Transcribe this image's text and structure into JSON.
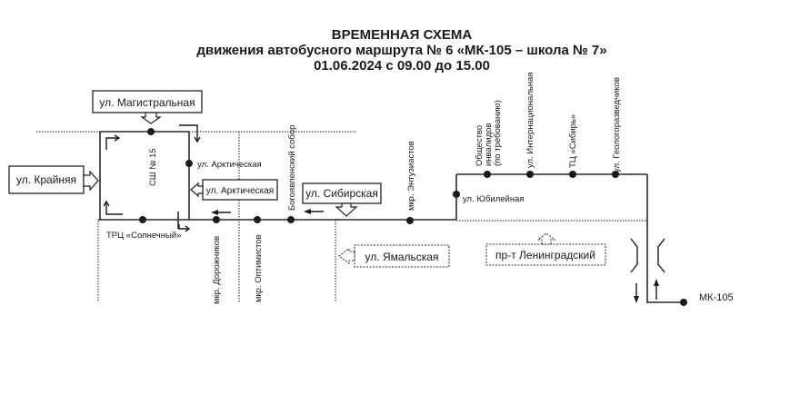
{
  "title": {
    "line1": "ВРЕМЕННАЯ СХЕМА",
    "line2": "движения автобусного маршрута № 6 «МК-105 – школа № 7»",
    "line3": "01.06.2024 с 09.00 до 15.00"
  },
  "street_boxes": {
    "magistralnaya": "ул. Магистральная",
    "krainyaya": "ул. Крайняя",
    "arkticheskaya": "ул. Арктическая",
    "sibirskaya": "ул. Сибирская",
    "yamalskaya": "ул. Ямальская",
    "leningradsky": "пр-т Ленинградский"
  },
  "stops": {
    "school15": "СШ № 15",
    "arkticheskaya": "ул. Арктическая",
    "trc_solnechny": "ТРЦ «Солнечный»",
    "dorozhnikov": "мкр. Дорожников",
    "optimistov": "мкр. Оптимистов",
    "bogoyavlensky": "Богоявленский собор",
    "entuziastov": "мкр. Энтузиастов",
    "yubileynaya": "ул. Юбилейная",
    "invalidy_1": "Общество",
    "invalidy_2": "инвалидов",
    "invalidy_3": "(по требованию)",
    "internatsionalnaya": "ул. Интернациональная",
    "tc_sibir": "ТЦ «Сибирь»",
    "geologorazvedchikov": "ул. Геологоразведчиков",
    "mk105": "МК-105"
  }
}
